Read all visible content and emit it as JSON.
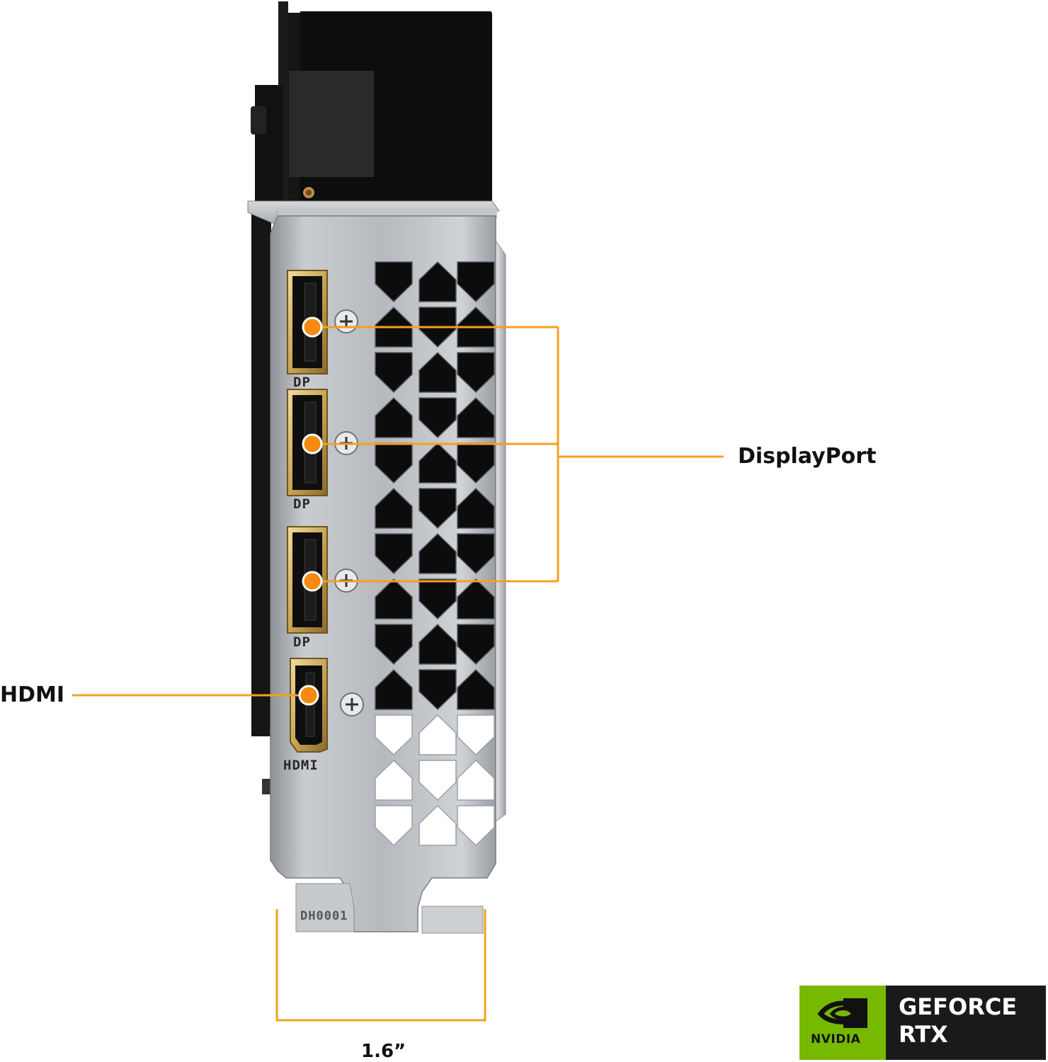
{
  "callouts": {
    "displayport": "DisplayPort",
    "hdmi": "HDMI",
    "width": "1.6”"
  },
  "port_markings": {
    "dp1": "DP",
    "dp2": "DP",
    "dp3": "DP",
    "hdmi": "HDMI",
    "bracket_code": "DH0001"
  },
  "badge": {
    "brand": "NVIDIA",
    "line1": "GEFORCE",
    "line2": "RTX"
  },
  "colors": {
    "accent": "#f5a020",
    "nvidia_green": "#76b900",
    "badge_dark": "#1a1a1a",
    "bracket_metal": "#b9bcc0"
  },
  "icons": {
    "nvidia_logo": "nvidia-eye-icon"
  }
}
